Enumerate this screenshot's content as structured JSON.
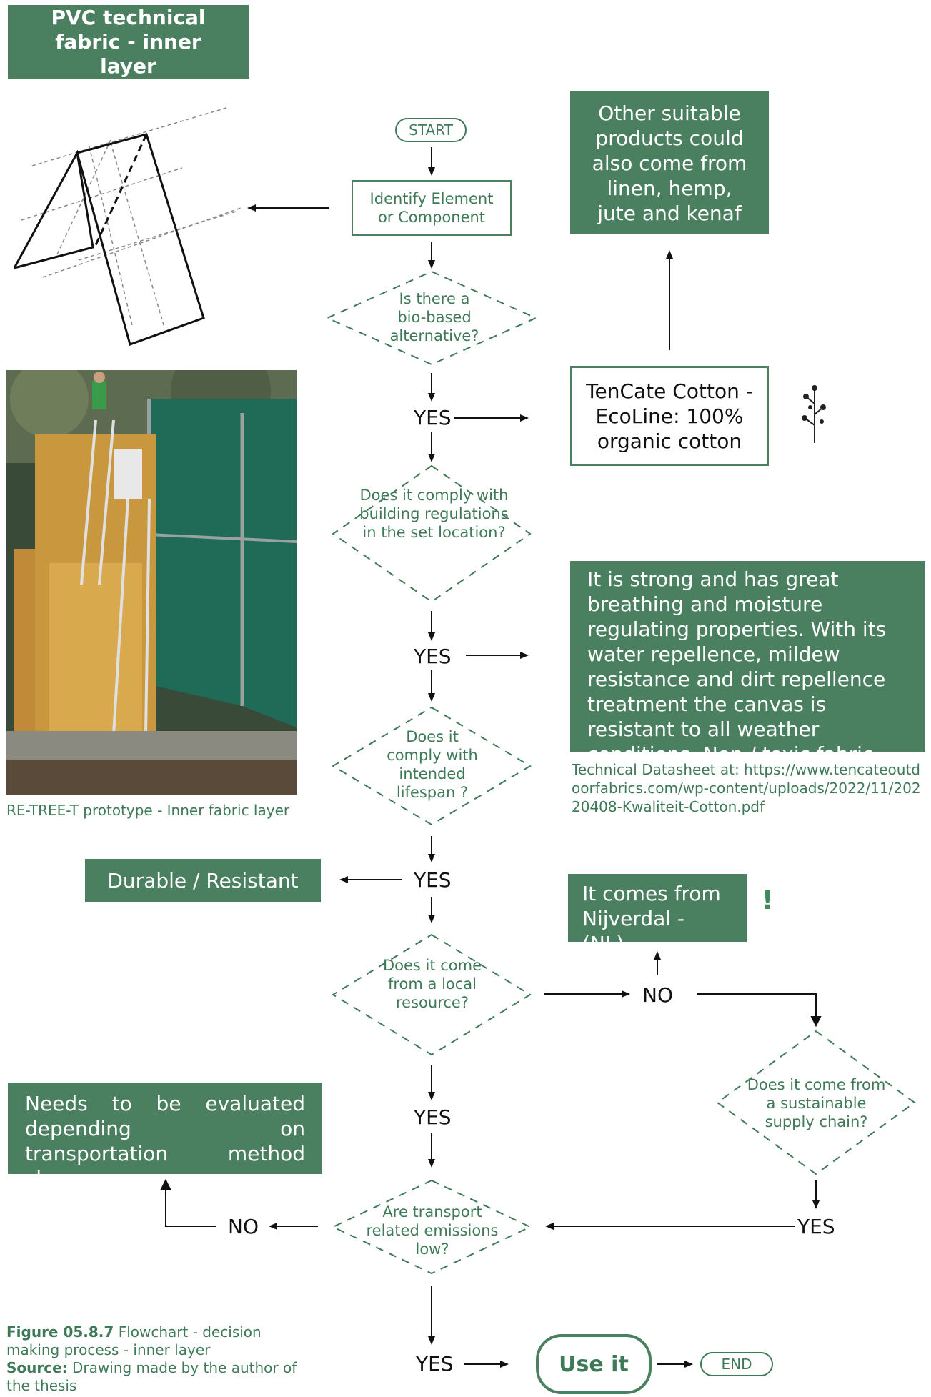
{
  "title": "PVC technical fabric - inner layer",
  "flow": {
    "start": "START",
    "identify": "Identify Element or Component",
    "q_biobased": "Is there a bio-based alternative?",
    "q_regulations": "Does it comply with building regulations in the set location?",
    "q_lifespan": "Does it comply with intended lifespan ?",
    "q_local": "Does it come from a local resource?",
    "q_sustainable": "Does it come from a sustainable supply chain?",
    "q_transport": "Are transport related emissions low?",
    "yes": "YES",
    "no": "NO",
    "use_it": "Use it",
    "end": "END"
  },
  "boxes": {
    "other_products": "Other suitable products could also come from linen, hemp, jute and kenaf",
    "tencate": "TenCate Cotton - EcoLine: 100% organic cotton",
    "properties": "It is strong and has great breathing and moisture regulating properties. With its water repellence, mildew resistance and dirt repellence treatment the canvas is resistant to all weather conditions. Non / toxic fabric.",
    "datasheet": "Technical Datasheet at: https://www.tencateoutdoorfabrics.com/wp-content/uploads/2022/11/20220408-Kwaliteit-Cotton.pdf",
    "durable": "Durable / Resistant",
    "origin": "It comes from Nijverdal - (NL)",
    "alert": "!",
    "transport_note": "Needs to be evaluated depending on transportation method chosen"
  },
  "photo_caption": "RE-TREE-T prototype - Inner fabric layer",
  "figure": {
    "label": "Figure 05.8.7",
    "caption": "Flowchart - decision making process - inner layer",
    "source_label": "Source:",
    "source_text": "Drawing made by the author of the thesis"
  },
  "colors": {
    "green": "#4a8060",
    "text_green": "#3f7a58",
    "alert": "#3f8a5a"
  }
}
